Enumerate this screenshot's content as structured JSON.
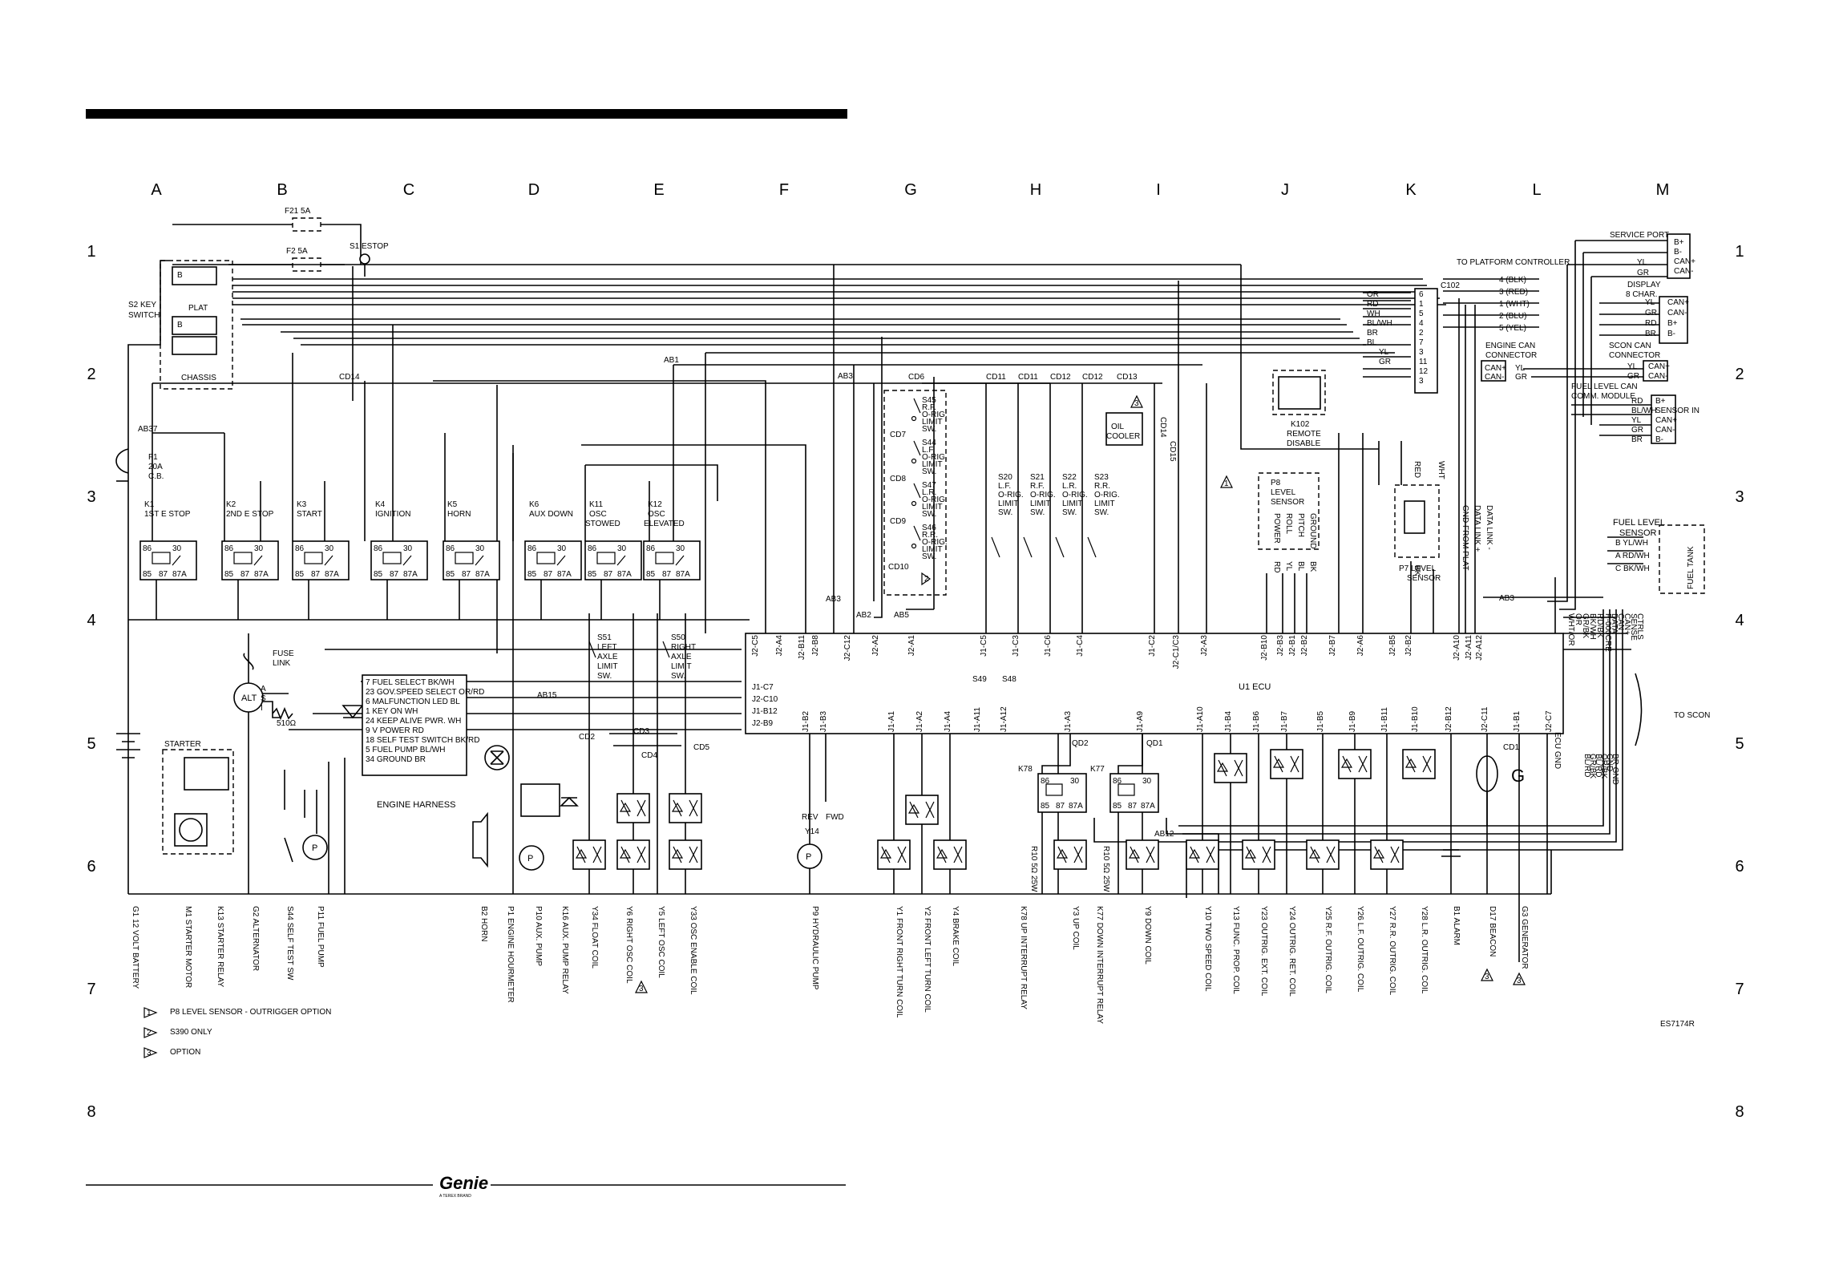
{
  "sheet": {
    "columns": [
      "A",
      "B",
      "C",
      "D",
      "E",
      "F",
      "G",
      "H",
      "I",
      "J",
      "K",
      "L",
      "M"
    ],
    "rows": [
      "1",
      "2",
      "3",
      "4",
      "5",
      "6",
      "7",
      "8"
    ],
    "drawing_number": "ES7174R",
    "brand": "Genie",
    "brand_sub": "A TEREX BRAND"
  },
  "fuses": {
    "f21": "F21 5A",
    "f2": "F2 5A",
    "f1": [
      "F1",
      "20A",
      "C.B."
    ]
  },
  "switches": {
    "estop": "S1 ESTOP",
    "key": [
      "S2 KEY",
      "SWITCH"
    ],
    "plat": "PLAT",
    "chassis": "CHASSIS",
    "s49": "S49",
    "s48": "S48"
  },
  "relays": [
    {
      "id": "K1",
      "l1": "K1",
      "l2": "1ST E STOP"
    },
    {
      "id": "K2",
      "l1": "K2",
      "l2": "2ND E STOP"
    },
    {
      "id": "K3",
      "l1": "K3",
      "l2": "START"
    },
    {
      "id": "K4",
      "l1": "K4",
      "l2": "IGNITION"
    },
    {
      "id": "K5",
      "l1": "K5",
      "l2": "HORN"
    },
    {
      "id": "K6",
      "l1": "K6",
      "l2": "AUX DOWN"
    },
    {
      "id": "K11",
      "l1": "K11",
      "l2": "OSC",
      "l3": "STOWED"
    },
    {
      "id": "K12",
      "l1": "K12",
      "l2": "OSC",
      "l3": "ELEVATED"
    }
  ],
  "relay_pins": {
    "p86": "86",
    "p30": "30",
    "p85": "85",
    "p87": "87",
    "p87a": "87A"
  },
  "connectors": {
    "ab1": "AB1",
    "ab2": "AB2",
    "ab3": "AB3",
    "ab5": "AB5",
    "ab12": "AB12",
    "ab15": "AB15",
    "ab37": "AB37",
    "cd1": "CD1",
    "cd2": "CD2",
    "cd3": "CD3",
    "cd4": "CD4",
    "cd5": "CD5",
    "cd6": "CD6",
    "cd7": "CD7",
    "cd8": "CD8",
    "cd9": "CD9",
    "cd10": "CD10",
    "cd11": "CD11",
    "cd12": "CD12",
    "cd13": "CD13",
    "cd14": "CD14",
    "cd14b": "CD14",
    "cd15": "CD15",
    "qd1": "QD1",
    "qd2": "QD2"
  },
  "limit_switches_left": [
    {
      "id": "S45",
      "l": [
        "S45",
        "R.F.",
        "O-RIG.",
        "LIMIT",
        "SW."
      ]
    },
    {
      "id": "S44",
      "l": [
        "S44",
        "L.F.",
        "O-RIG.",
        "LIMIT",
        "SW."
      ]
    },
    {
      "id": "S47",
      "l": [
        "S47",
        "L.R.",
        "O-RIG.",
        "LIMIT",
        "SW."
      ]
    },
    {
      "id": "S46",
      "l": [
        "S46",
        "R.R.",
        "O-RIG.",
        "LIMIT",
        "SW."
      ]
    }
  ],
  "limit_switches_mid": [
    {
      "id": "S20",
      "l": [
        "S20",
        "L.F.",
        "O-RIG.",
        "LIMIT",
        "SW."
      ]
    },
    {
      "id": "S21",
      "l": [
        "S21",
        "R.F.",
        "O-RIG.",
        "LIMIT",
        "SW."
      ]
    },
    {
      "id": "S22",
      "l": [
        "S22",
        "L.R.",
        "O-RIG.",
        "LIMIT",
        "SW."
      ]
    },
    {
      "id": "S23",
      "l": [
        "S23",
        "R.R.",
        "O-RIG.",
        "LIMIT",
        "SW."
      ]
    }
  ],
  "axle_switches": [
    {
      "id": "S51",
      "l": [
        "S51",
        "LEFT",
        "AXLE",
        "LIMIT",
        "SW."
      ]
    },
    {
      "id": "S50",
      "l": [
        "S50",
        "RIGHT",
        "AXLE",
        "LIMIT",
        "SW."
      ]
    }
  ],
  "oil_cooler": [
    "OIL",
    "COOLER"
  ],
  "remote_disable": [
    "K102",
    "REMOTE",
    "DISABLE"
  ],
  "p8_sensor": {
    "title": [
      "P8",
      "LEVEL",
      "SENSOR"
    ],
    "pins": [
      "POWER",
      "ROLL",
      "PITCH",
      "GROUND"
    ],
    "colors": [
      "RD",
      "YL",
      "BL",
      "BK"
    ]
  },
  "p7_sensor": {
    "title": [
      "P7 LEVEL",
      "SENSOR"
    ],
    "red": "RED",
    "bk": "BK",
    "wht": "WHT"
  },
  "platform": {
    "title": "TO PLATFORM CONTROLLER",
    "lines": [
      "4 (BLK)",
      "3 (RED)",
      "1 (WHT)",
      "2 (BLU)",
      "5 (YEL)"
    ],
    "c102": "C102",
    "colors": [
      "OR",
      "RD",
      "WH",
      "BL/WH",
      "BR",
      "BL",
      "YL",
      "GR"
    ],
    "pins": [
      "6",
      "1",
      "5",
      "4",
      "2",
      "7",
      "3",
      "11",
      "12",
      "3"
    ]
  },
  "ports": {
    "service": {
      "title": "SERVICE PORT",
      "pins": [
        "B+",
        "B-",
        "CAN+",
        "CAN-"
      ],
      "colors": [
        "YL",
        "GR"
      ]
    },
    "display": {
      "title": [
        "DISPLAY",
        "8 CHAR."
      ],
      "pins": [
        "CAN+",
        "CAN-",
        "B+",
        "B-"
      ],
      "colors": [
        "YL",
        "GR",
        "RD",
        "BR"
      ]
    },
    "engine_can": {
      "title": [
        "ENGINE CAN",
        "CONNECTOR"
      ],
      "pins": [
        "CAN+",
        "CAN-"
      ],
      "colors": [
        "YL",
        "GR"
      ]
    },
    "scon_can": {
      "title": [
        "SCON CAN",
        "CONNECTOR"
      ],
      "pins": [
        "CAN+",
        "CAN-"
      ],
      "colors": [
        "YL",
        "GR"
      ]
    },
    "fuel_module": {
      "title": [
        "FUEL LEVEL CAN",
        "COMM. MODULE"
      ],
      "pins": [
        "B+",
        "SENSOR IN",
        "CAN+",
        "CAN-",
        "B-"
      ],
      "colors": [
        "RD",
        "BL/WH",
        "YL",
        "GR",
        "BR"
      ]
    }
  },
  "fuel_sensor": {
    "title": [
      "FUEL LEVEL",
      "SENSOR"
    ],
    "pins": [
      "B  YL/WH",
      "A  RD/WH",
      "C  BK/WH"
    ],
    "tank": "FUEL TANK"
  },
  "plat_data": [
    "DATA LINK -",
    "DATA LINK +",
    "GND FROM PLAT"
  ],
  "ecu": {
    "title": "U1 ECU",
    "top_pins": [
      "J2-C5",
      "J2-A4",
      "J2-B11",
      "J2-B8",
      "J2-C12",
      "J2-A2",
      "J2-A1",
      "J1-C5",
      "J1-C3",
      "J1-C6",
      "J1-C4",
      "J1-C2",
      "J2-C1/C3",
      "J2-A3",
      "J2-B10",
      "J2-B3",
      "J2-B1",
      "J2-B2",
      "J2-B7",
      "J2-A6",
      "J2-B5",
      "J2-B2",
      "J2-A10",
      "J2-A11",
      "J2-A12"
    ],
    "left_pins": [
      "J1-C7",
      "J2-C10",
      "J1-B12",
      "J2-B9"
    ],
    "bottom_pins": [
      "J1-B2",
      "J1-B3",
      "J1-A1",
      "J1-A2",
      "J1-A4",
      "J1-A11",
      "J1-A12",
      "J1-A3",
      "J1-A9",
      "J1-A10",
      "J1-B4",
      "J1-B6",
      "J1-B7",
      "J1-B5",
      "J1-B9",
      "J1-B11",
      "J1-B10",
      "J2-B12",
      "J2-C11",
      "J1-B1",
      "J2-C7"
    ],
    "ecu_gnd": "ECU GND",
    "right_labels": [
      "WHT/OR",
      "OR",
      "GR/BK",
      "BK/WH",
      "RD/BK"
    ],
    "right_labels2": [
      "P-000CRE",
      "DATA",
      "CAN",
      "CAN+",
      "SENSE",
      "CTRLS"
    ],
    "to_scon": "TO SCON",
    "bot_right": [
      "BR GND",
      "GND",
      "OR/BK",
      "BL/RD",
      "GR/BK",
      "BL/RD"
    ]
  },
  "alternator": {
    "label": "ALT",
    "pins": [
      "A",
      "S",
      "I"
    ],
    "fuse_link": [
      "FUSE",
      "LINK"
    ],
    "resistor": "510Ω"
  },
  "starter": "STARTER",
  "engine_harness": {
    "title": "ENGINE HARNESS",
    "lines": [
      "7 FUEL SELECT BK/WH",
      "23 GOV.SPEED SELECT OR/RD",
      "6 MALFUNCTION LED BL",
      "1 KEY ON WH",
      "24 KEEP ALIVE PWR. WH",
      "9 V POWER RD",
      "18 SELF TEST SWITCH BK/RD",
      "5 FUEL PUMP BL/WH",
      "34 GROUND BR"
    ]
  },
  "lower_relays": [
    {
      "id": "K78",
      "label": "K78",
      "res": "R10 5Ω 25W"
    },
    {
      "id": "K77",
      "label": "K77",
      "res": "R10 5Ω 25W"
    }
  ],
  "pump": {
    "rev": "REV",
    "fwd": "FWD",
    "y14": "Y14"
  },
  "p_symbol": "P",
  "g_symbol": "G",
  "bottom_labels": [
    {
      "id": "g1",
      "text": "G1 12 VOLT BATTERY"
    },
    {
      "id": "m1",
      "text": "M1 STARTER MOTOR"
    },
    {
      "id": "k13",
      "text": "K13 STARTER RELAY"
    },
    {
      "id": "g2",
      "text": "G2 ALTERNATOR"
    },
    {
      "id": "s44",
      "text": "S44 SELF TEST SW"
    },
    {
      "id": "p11",
      "text": "P11 FUEL PUMP"
    },
    {
      "id": "b2",
      "text": "B2 HORN"
    },
    {
      "id": "p1",
      "text": "P1 ENGINE HOURMETER"
    },
    {
      "id": "p10",
      "text": "P10 AUX. PUMP"
    },
    {
      "id": "k16",
      "text": "K16 AUX. PUMP RELAY"
    },
    {
      "id": "y34",
      "text": "Y34 FLOAT COIL"
    },
    {
      "id": "y6",
      "text": "Y6 RIGHT OSC COIL"
    },
    {
      "id": "y5",
      "text": "Y5 LEFT OSC COIL"
    },
    {
      "id": "y33",
      "text": "Y33 OSC ENABLE COIL"
    },
    {
      "id": "p9",
      "text": "P9 HYDRAULIC PUMP"
    },
    {
      "id": "y1",
      "text": "Y1 FRONT RIGHT TURN COIL"
    },
    {
      "id": "y2",
      "text": "Y2 FRONT LEFT TURN COIL"
    },
    {
      "id": "y4",
      "text": "Y4 BRAKE COIL"
    },
    {
      "id": "k78",
      "text": "K78 UP INTERRUPT RELAY"
    },
    {
      "id": "y3",
      "text": "Y3 UP COIL"
    },
    {
      "id": "k77",
      "text": "K77 DOWN INTERRUPT RELAY"
    },
    {
      "id": "y9",
      "text": "Y9 DOWN COIL"
    },
    {
      "id": "y10",
      "text": "Y10 TWO SPEED COIL"
    },
    {
      "id": "y13",
      "text": "Y13 FUNC. PROP. COIL"
    },
    {
      "id": "y23",
      "text": "Y23 OUTRIG. EXT. COIL"
    },
    {
      "id": "y24",
      "text": "Y24 OUTRIG. RET. COIL"
    },
    {
      "id": "y25",
      "text": "Y25 R.F. OUTRIG. COIL"
    },
    {
      "id": "y26",
      "text": "Y26 L.F. OUTRIG. COIL"
    },
    {
      "id": "y27",
      "text": "Y27 R.R. OUTRIG. COIL"
    },
    {
      "id": "y28",
      "text": "Y28 L.R. OUTRIG. COIL"
    },
    {
      "id": "b1",
      "text": "B1 ALARM"
    },
    {
      "id": "d17",
      "text": "D17 BEACON"
    },
    {
      "id": "g3",
      "text": "G3 GENERATOR"
    }
  ],
  "notes": [
    {
      "num": "1",
      "text": "P8 LEVEL SENSOR - OUTRIGGER OPTION"
    },
    {
      "num": "2",
      "text": "S390 ONLY"
    },
    {
      "num": "3",
      "text": "OPTION"
    }
  ],
  "note_refs": {
    "n1": "1",
    "n2": "2",
    "n3": "3"
  }
}
